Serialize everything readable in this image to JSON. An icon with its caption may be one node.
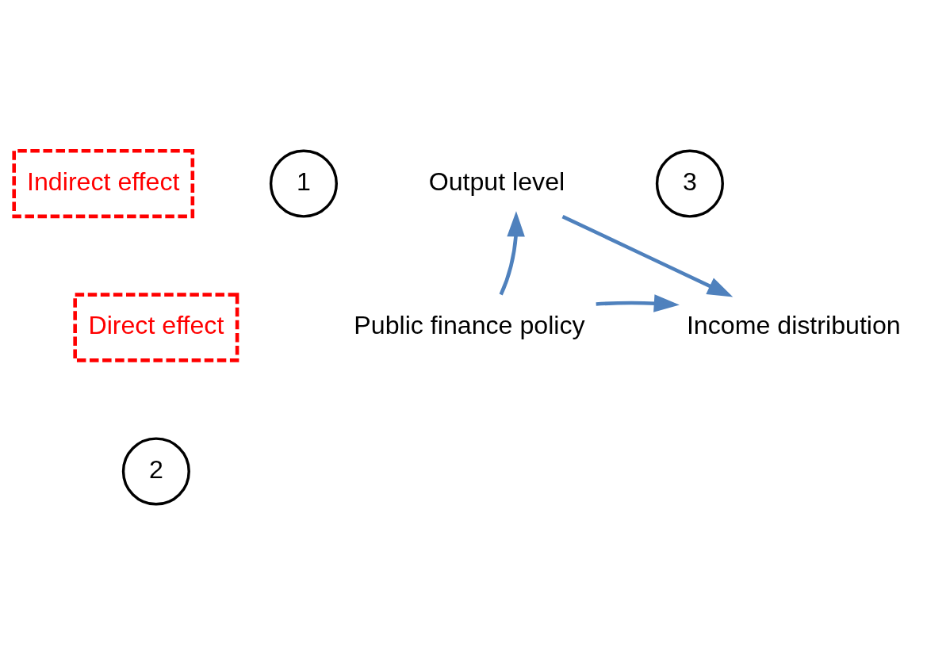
{
  "diagram": {
    "nodes": [
      {
        "text": [
          "Indirect effect"
        ]
      },
      {
        "text": [
          "1"
        ]
      },
      {
        "text": [
          "Output level"
        ]
      },
      {
        "text": [
          "3"
        ]
      },
      {
        "text": [
          "Direct effect"
        ]
      },
      {
        "text": [
          "Public finance policy"
        ]
      },
      {
        "text": [
          "Income distribution"
        ]
      },
      {
        "text": [
          "2"
        ]
      }
    ],
    "edges": [
      {
        "from": 5,
        "to": 2,
        "arrow": "to"
      },
      {
        "from": 2,
        "to": 6,
        "arrow": "to"
      },
      {
        "from": 5,
        "to": 6,
        "arrow": "to"
      }
    ]
  }
}
